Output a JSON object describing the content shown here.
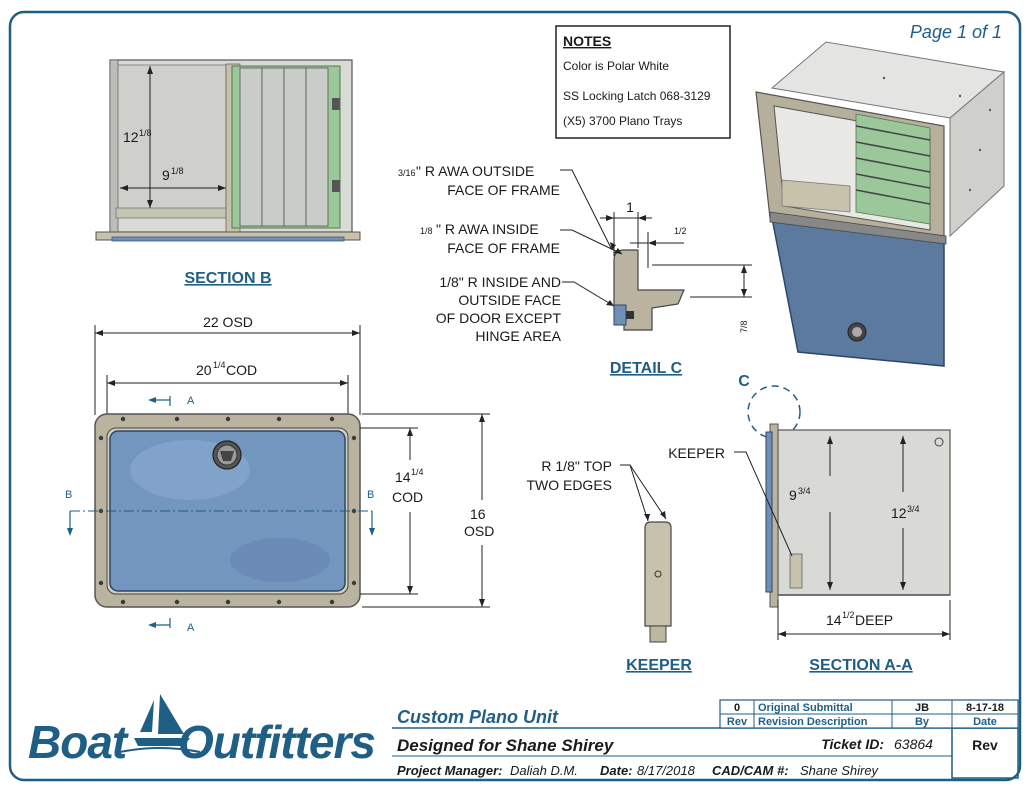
{
  "page_label": "Page 1 of 1",
  "notes": {
    "title": "NOTES",
    "lines": [
      "Color is Polar White",
      "SS Locking Latch 068-3129",
      "(X5) 3700 Plano Trays"
    ]
  },
  "section_b": {
    "title": "SECTION B",
    "dim_height": "12",
    "dim_height_frac": "1/8",
    "dim_width": "9",
    "dim_width_frac": "1/8"
  },
  "front_view": {
    "dim_osd_width": "22 OSD",
    "dim_cod_width": "20",
    "dim_cod_width_frac": "1/4",
    "dim_cod_width_suffix": "COD",
    "dim_cod_height": "14",
    "dim_cod_height_frac": "1/4",
    "dim_cod_height_suffix": "COD",
    "dim_osd_height": "16",
    "dim_osd_height_suffix": "OSD",
    "cut_a": "A",
    "cut_b": "B"
  },
  "detail_c": {
    "title": "DETAIL  C",
    "callout_1_frac": "3/16",
    "callout_1_a": "\" R AWA OUTSIDE",
    "callout_1_b": "FACE OF FRAME",
    "callout_2_frac": "1/8",
    "callout_2_a": "\" R AWA INSIDE",
    "callout_2_b": "FACE OF FRAME",
    "callout_3_a": "1/8\" R INSIDE AND",
    "callout_3_b": "OUTSIDE FACE",
    "callout_3_c": "OF DOOR EXCEPT",
    "callout_3_d": "HINGE AREA",
    "dim_1": "1",
    "dim_half": "1/2",
    "dim_seven_eighths": "7/8"
  },
  "keeper": {
    "title": "KEEPER",
    "callout_a": "R 1/8\" TOP",
    "callout_b": "TWO EDGES"
  },
  "section_aa": {
    "title": "SECTION A-A",
    "detail_marker": "C",
    "keeper_label": "KEEPER",
    "dim_inner": "9",
    "dim_inner_frac": "3/4",
    "dim_height": "12",
    "dim_height_frac": "3/4",
    "dim_deep": "14",
    "dim_deep_frac": "1/2",
    "dim_deep_suffix": "DEEP"
  },
  "title_block": {
    "logo_a": "Boat",
    "logo_b": "Outfitters",
    "project": "Custom Plano Unit",
    "designed_for": "Designed for Shane Shirey",
    "ticket_label": "Ticket ID:",
    "ticket_value": "63864",
    "pm_label": "Project Manager:",
    "pm_value": "Daliah D.M.",
    "date_label": "Date:",
    "date_value": "8/17/2018",
    "cad_label": "CAD/CAM #:",
    "cad_value": "Shane Shirey",
    "rev_header": "Rev",
    "revision": {
      "rev": "0",
      "description": "Original Submittal",
      "by": "JB",
      "date": "8-17-18"
    },
    "col_rev": "Rev",
    "col_desc": "Revision Description",
    "col_by": "By",
    "col_date": "Date"
  },
  "colors": {
    "frame_tan": "#b9b39f",
    "door_blue": "#6f8fb6",
    "accent_blue": "#1f5f86",
    "tray_green": "#9cc79a"
  }
}
